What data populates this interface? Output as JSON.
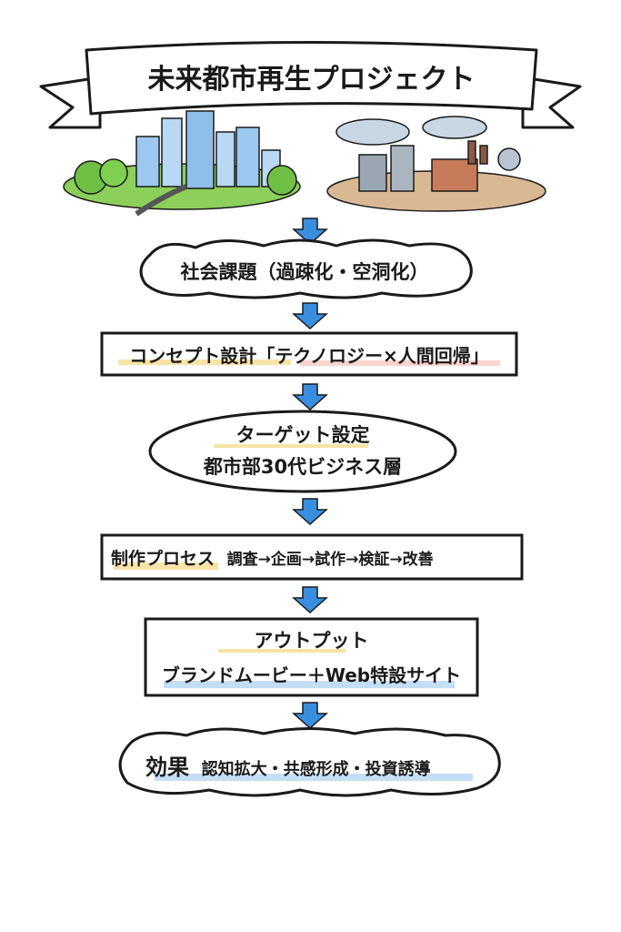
{
  "title": "未来都市再生プロジェクト",
  "steps": {
    "issue": "社会課題（過疎化・空洞化）",
    "concept": "コンセプト設計「テクノロジー×人間回帰」",
    "target_label": "ターゲット設定",
    "target_value": "都市部30代ビジネス層",
    "process_label": "制作プロセス",
    "process_value": "調査→企画→試作→検証→改善",
    "output_label": "アウトプット",
    "output_value": "ブランドムービー＋Web特設サイト",
    "effect_label": "効果",
    "effect_value": "認知拡大・共感形成・投資誘導"
  },
  "colors": {
    "arrow": "#3a8ee0",
    "highlight_yellow": "#f5d26a",
    "highlight_blue": "#9cc8f0",
    "highlight_pink": "#f4b6b0",
    "ink": "#1a1a1a"
  }
}
